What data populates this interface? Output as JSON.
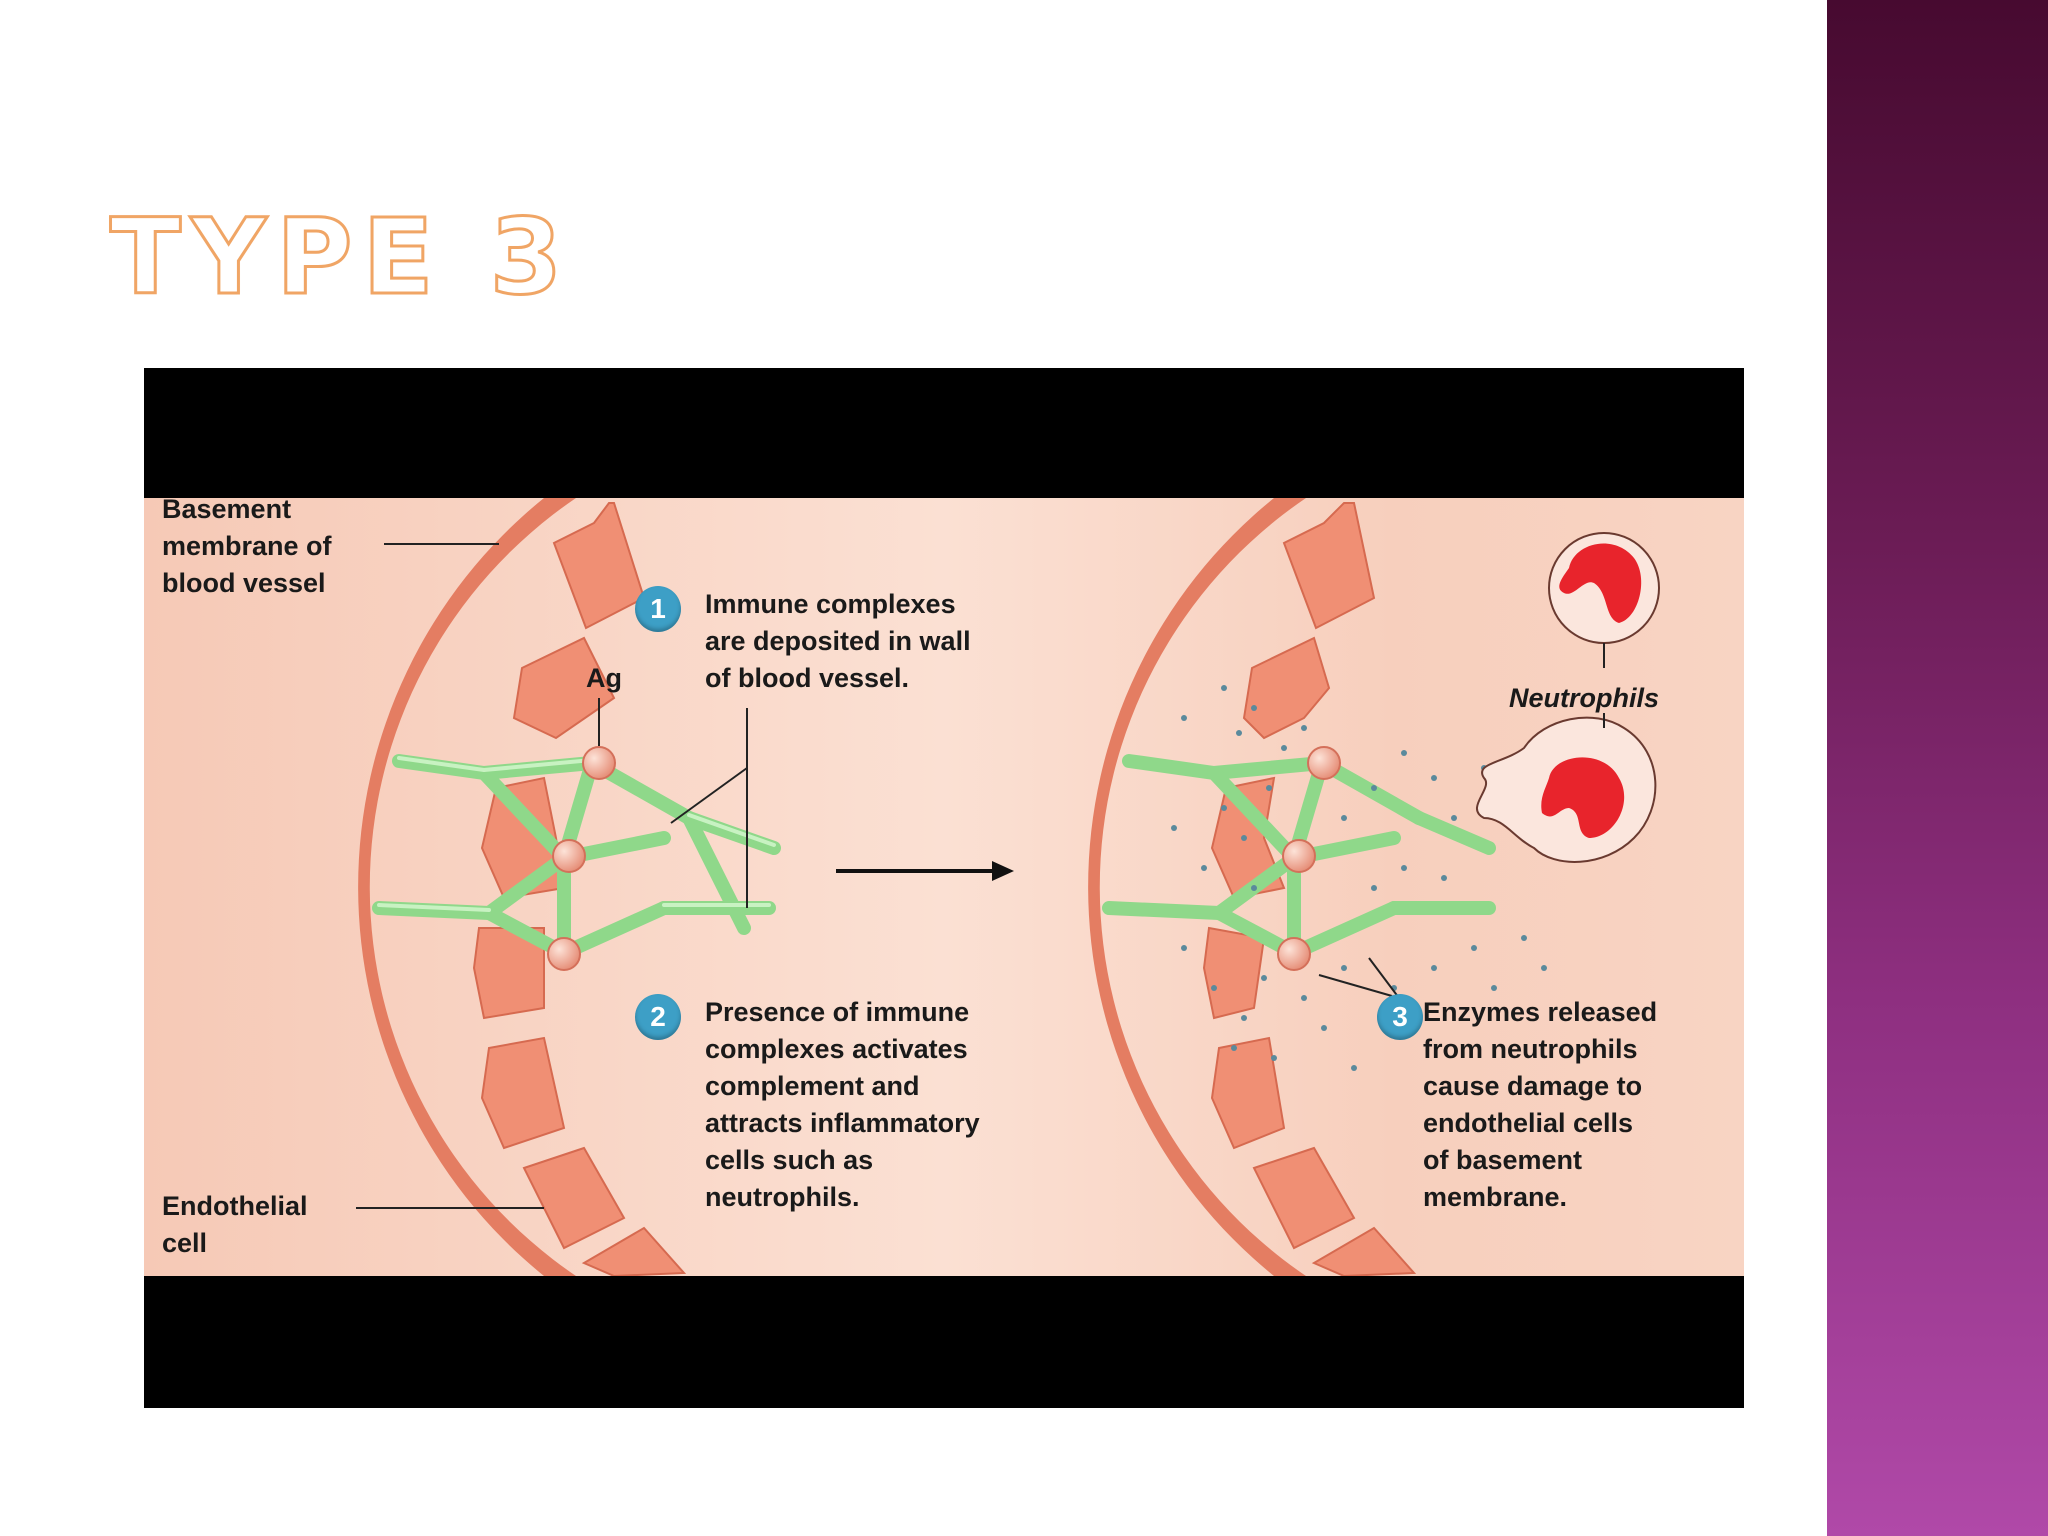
{
  "slide": {
    "title": "TYPE 3"
  },
  "diagram": {
    "labels": {
      "basement_membrane": "Basement\nmembrane of\nblood vessel",
      "endothelial_cell": "Endothelial\ncell",
      "antigen": "Ag",
      "neutrophils": "Neutrophils"
    },
    "steps": [
      {
        "number": "1",
        "text": "Immune complexes\nare deposited in wall\nof blood vessel."
      },
      {
        "number": "2",
        "text": "Presence of immune\ncomplexes activates\ncomplement and\nattracts inflammatory\ncells such as\nneutrophils."
      },
      {
        "number": "3",
        "text": "Enzymes released\nfrom neutrophils\ncause damage to\nendothelial cells\nof basement\nmembrane."
      }
    ],
    "colors": {
      "background": "#f9d3c2",
      "vessel_wall": "#e88468",
      "antibody": "#9fe09a",
      "antigen": "#f0a08c",
      "neutrophil_nucleus": "#e8242c",
      "enzyme_dots": "#5a8a9c",
      "step_badge": "#3d9fc6"
    }
  }
}
